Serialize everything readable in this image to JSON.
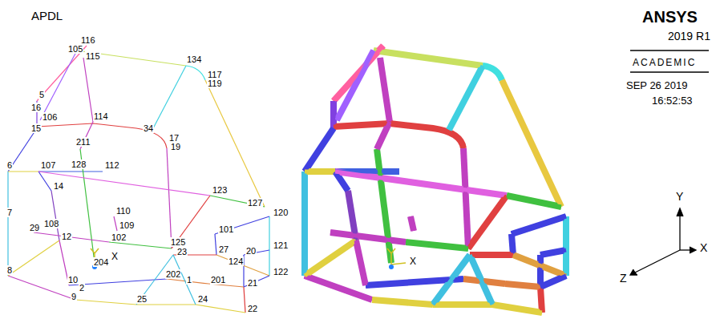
{
  "diagram": {
    "labels": [
      "APDL",
      "116",
      "105",
      "115",
      "134",
      "117",
      "119",
      "5",
      "16",
      "106",
      "15",
      "114",
      "34",
      "17",
      "19",
      "211",
      "6",
      "107",
      "128",
      "112",
      "14",
      "123",
      "127",
      "120",
      "7",
      "29",
      "108",
      "110",
      "109",
      "12",
      "102",
      "101",
      "121",
      "125",
      "23",
      "27",
      "20",
      "124",
      "X",
      "204",
      "122",
      "8",
      "202",
      "1",
      "201",
      "10",
      "2",
      "9",
      "21",
      "25",
      "24",
      "22",
      "X",
      "ANSYS",
      "2019 R1",
      "ACADEMIC",
      "SEP 26 2019",
      "16:52:53",
      "Y",
      "X",
      "Z"
    ]
  }
}
